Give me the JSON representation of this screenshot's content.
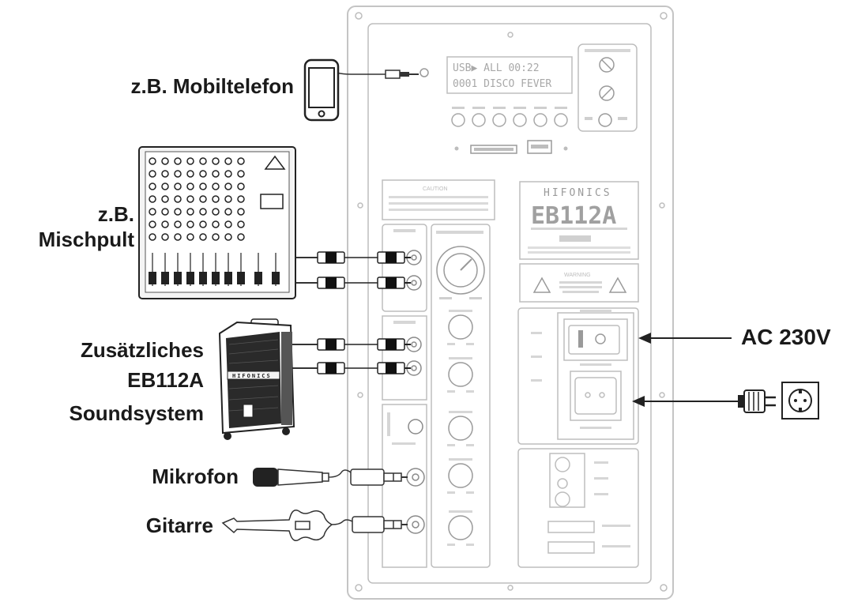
{
  "labels": {
    "mobile": "z.B. Mobiltelefon",
    "mixer_line1": "z.B.",
    "mixer_line2": "Mischpult",
    "extra_line1": "Zusätzliches",
    "extra_line2": "EB112A",
    "extra_line3": "Soundsystem",
    "microphone": "Mikrofon",
    "guitar": "Gitarre",
    "ac": "AC 230V"
  },
  "panel": {
    "display_line1": "USB▶ ALL   00:22",
    "display_line2": "0001 DISCO FEVER",
    "caution_title": "CAUTION",
    "brand": "HIFONICS",
    "model": "EB112A",
    "warning_title": "WARNING",
    "speaker_brand": "HIFONICS"
  }
}
